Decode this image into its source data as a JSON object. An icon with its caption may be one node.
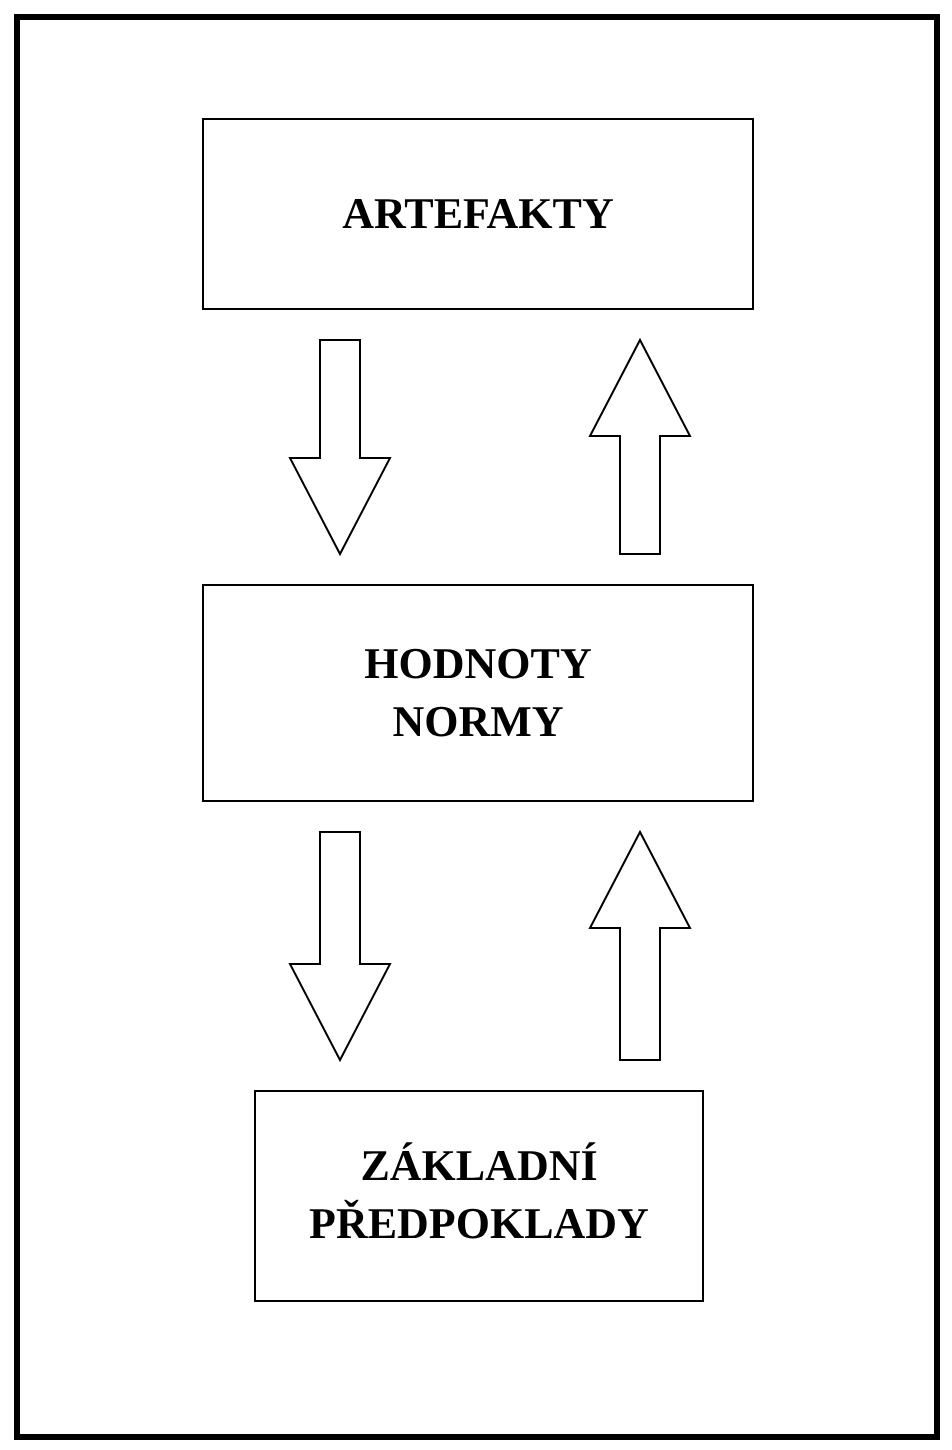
{
  "diagram": {
    "nodes": [
      {
        "text": [
          "ARTEFAKTY"
        ]
      },
      {
        "text": [
          "HODNOTY NORMY"
        ]
      },
      {
        "text": [
          "ZÁKLADNÍ PŘEDPOKLADY"
        ]
      }
    ],
    "edges": [
      {
        "from": 0,
        "to": 1,
        "arrow": "to"
      },
      {
        "from": 1,
        "to": 0,
        "arrow": "to"
      },
      {
        "from": 1,
        "to": 2,
        "arrow": "to"
      },
      {
        "from": 2,
        "to": 1,
        "arrow": "to"
      }
    ]
  }
}
